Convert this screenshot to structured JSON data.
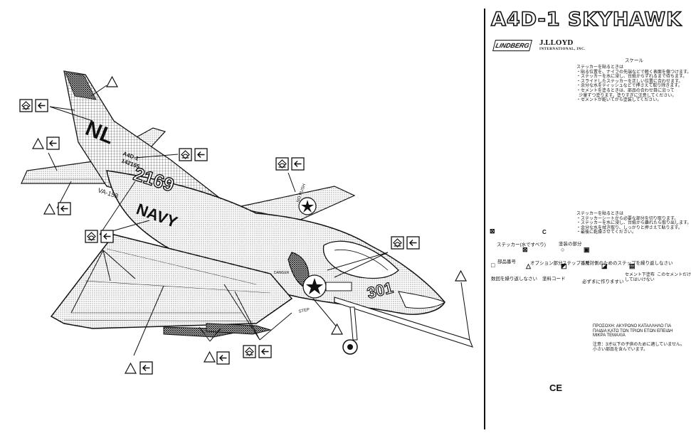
{
  "header": {
    "title": "A4D-1 SKYHAWK",
    "brand_lindberg": "LINDBERG",
    "brand_jlloyd": "J.LLOYD",
    "brand_jlloyd_sub": "INTERNATIONAL, INC."
  },
  "scale_label": "スケール",
  "aircraft_markings": {
    "tail_code": "NL",
    "tail_type": "A4D-1",
    "tail_serial": "142165",
    "modex": "2169",
    "navy": "NAVY",
    "squadron": "VA-153",
    "nose_number": "301",
    "step_label": "STEP",
    "no_push": "NO PUSH",
    "danger": "DANGER"
  },
  "notes": {
    "decal_notes": "ステッカーを貼るときは\n・貼る位置を、ナイフの先端などで軽く表面を傷つけます。\n・ステッカーを水に浸し、台紙からずれるまで待ちます。\n・スライドしたステッカーを正しい位置に合わせます。\n・余分な水をティッシュなどで押さえて取り除きます。\n・セメントを塗るときは、部品の合わせ目に沿って\n  少量ずつ塗ります。塗りすぎに注意してください。\n・セメントが乾いてから塗装してください。",
    "cement_notes": "ステッカーを貼るときは\n・ステッカーシートから必要な部分を切り取ります。\n・ステッカーを水に浸し、台紙から離れたら取り出します。\n・余分な水を拭き取り、しっかりと押さえて貼ります。\n・最後に乾燥させてください。"
  },
  "legend": {
    "decal_water": "ステッカー(水ですべり)",
    "paint_area": "塗装の部分",
    "part_number": "部品番号",
    "optional_part": "オプション部分",
    "step_number": "ステップ番号",
    "repeat_step": "反対側のためのステップを繰り返しなさい",
    "repeat_steps": "数回を繰り返しなさい",
    "paint_code": "塗料コード",
    "apply_before": "必ずまに作りますい",
    "cement_only": "セメント下塗布  このセメントだけ\nしてはいけない",
    "letter_c": "C"
  },
  "foreign_note": "ΠΡΟΣΟΧΗ: ΑΚΥΡΩΝΟ ΚΑΤΑΛΛΗΛΟ ΓΙΑ\nΠΑΙΔΙΑ ΚΑΤΩ ΤΩΝ ΤΡΙΩΝ ΕΤΩΝ ΕΠΕΙΔΗ\nΜΙΚΡΑ ΤΕΜΑΧΙΑ",
  "warning_jp": "注意：3才以下の子供のために適していません。\n小さい部品を含んでいます。",
  "ce_mark": "CE"
}
